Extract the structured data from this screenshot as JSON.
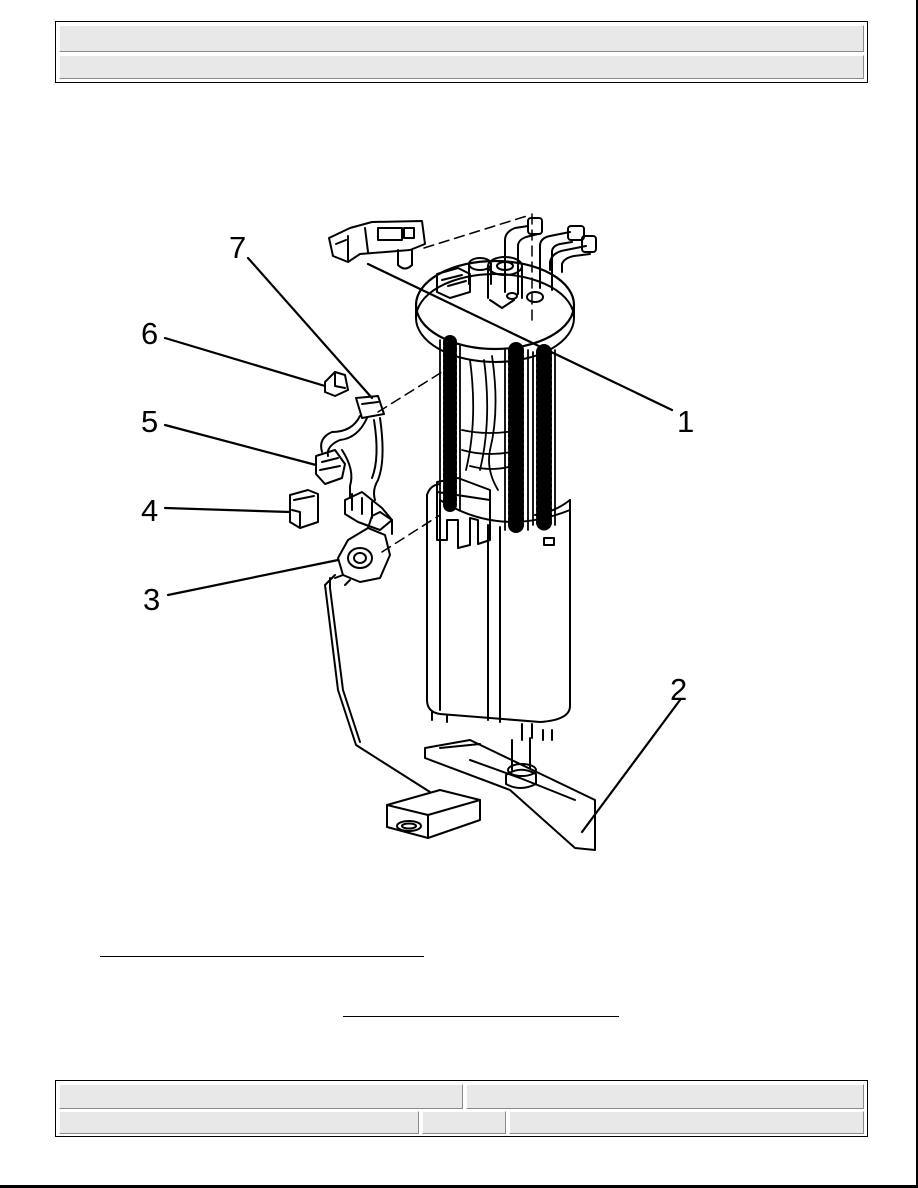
{
  "header": {
    "title_row": "",
    "subtitle_row": ""
  },
  "diagram": {
    "callouts": [
      "1",
      "2",
      "3",
      "4",
      "5",
      "6",
      "7"
    ]
  },
  "footer": {
    "cell_top_left": "",
    "cell_top_right": "",
    "cell_bottom_left": "",
    "cell_bottom_middle": "",
    "cell_bottom_right": ""
  },
  "colors": {
    "bar_fill": "#e8e8e8",
    "line": "#000000"
  }
}
